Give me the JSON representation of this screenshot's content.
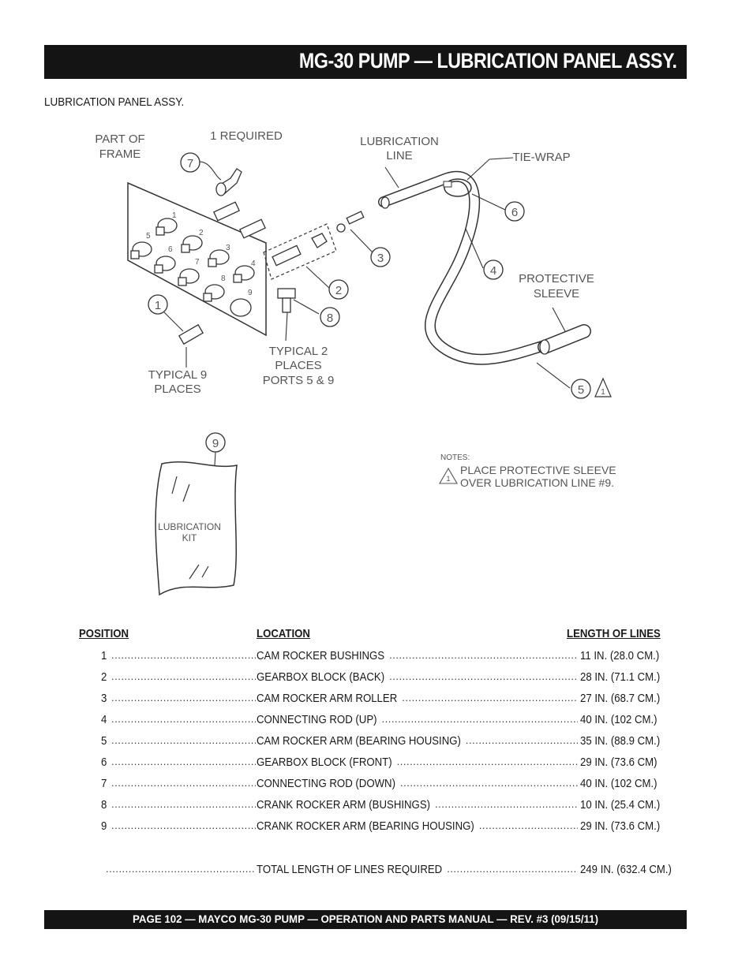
{
  "header": {
    "title": "MG-30 PUMP — LUBRICATION PANEL  ASSY."
  },
  "subtitle": "LUBRICATION PANEL ASSY.",
  "diagram": {
    "labels": {
      "part_of_frame_1": "PART OF",
      "part_of_frame_2": "FRAME",
      "one_required": "1 REQUIRED",
      "lub_line_1": "LUBRICATION",
      "lub_line_2": "LINE",
      "tie_wrap": "TIE-WRAP",
      "protective_1": "PROTECTIVE",
      "protective_2": "SLEEVE",
      "typical9_1": "TYPICAL 9",
      "typical9_2": "PLACES",
      "typical2_1": "TYPICAL 2",
      "typical2_2": "PLACES",
      "typical2_3": "PORTS 5 & 9",
      "kit_1": "LUBRICATION",
      "kit_2": "KIT",
      "notes_title": "NOTES:",
      "note_1": "PLACE PROTECTIVE SLEEVE",
      "note_2": "OVER LUBRICATION LINE #9.",
      "note_marker": "1"
    },
    "callouts": [
      "1",
      "2",
      "3",
      "4",
      "5",
      "6",
      "7",
      "8",
      "9"
    ],
    "port_numbers": [
      "1",
      "2",
      "3",
      "4",
      "5",
      "6",
      "7",
      "8",
      "9"
    ]
  },
  "table": {
    "headers": {
      "position": "POSITION",
      "location": "LOCATION",
      "length": "LENGTH OF LINES"
    },
    "rows": [
      {
        "position": "1",
        "location": "CAM ROCKER BUSHINGS",
        "length": "11 IN. (28.0 CM.)"
      },
      {
        "position": "2",
        "location": "GEARBOX BLOCK (BACK)",
        "length": "28 IN. (71.1 CM.)"
      },
      {
        "position": "3",
        "location": "CAM ROCKER ARM ROLLER",
        "length": "27 IN. (68.7 CM.)"
      },
      {
        "position": "4",
        "location": "CONNECTING ROD (UP)",
        "length": "40 IN. (102 CM.)"
      },
      {
        "position": "5",
        "location": "CAM ROCKER ARM (BEARING  HOUSING)",
        "length": "35 IN. (88.9 CM.)"
      },
      {
        "position": "6",
        "location": "GEARBOX BLOCK (FRONT)",
        "length": "29 IN. (73.6 CM)"
      },
      {
        "position": "7",
        "location": "CONNECTING ROD (DOWN)",
        "length": "40 IN. (102 CM.)"
      },
      {
        "position": "8",
        "location": "CRANK ROCKER ARM (BUSHINGS)",
        "length": "10 IN. (25.4 CM.)"
      },
      {
        "position": "9",
        "location": "CRANK ROCKER ARM (BEARING HOUSING)",
        "length": "29 IN. (73.6 CM.)"
      }
    ],
    "total": {
      "location": "TOTAL LENGTH OF LINES REQUIRED",
      "length": "249 IN. (632.4 CM.)"
    }
  },
  "footer": {
    "text": "PAGE 102 — MAYCO  MG-30 PUMP — OPERATION AND PARTS MANUAL — REV. #3 (09/15/11)"
  }
}
